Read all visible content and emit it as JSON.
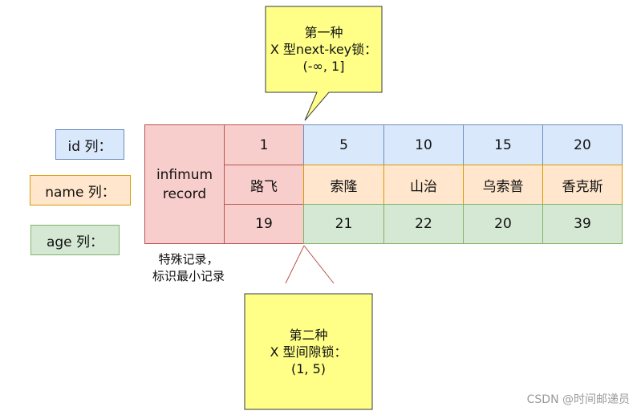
{
  "labels": {
    "id": "id 列：",
    "name": "name 列：",
    "age": "age 列："
  },
  "infimum": {
    "line1": "infimum",
    "line2": "record"
  },
  "table": {
    "ids": [
      "1",
      "5",
      "10",
      "15",
      "20"
    ],
    "names": [
      "路飞",
      "索隆",
      "山治",
      "乌索普",
      "香克斯"
    ],
    "ages": [
      "19",
      "21",
      "22",
      "20",
      "39"
    ]
  },
  "note": {
    "line1": "特殊记录，",
    "line2": "标识最小记录"
  },
  "callout_top": {
    "line1": "第一种",
    "line2": "X 型next-key锁：",
    "line3": "(-∞, 1]"
  },
  "callout_bottom": {
    "line1": "第二种",
    "line2": "X 型间隙锁：",
    "line3": "(1, 5)"
  },
  "watermark": "CSDN @时间邮递员",
  "colors": {
    "pink": "#f8cecc",
    "blue": "#dae8fc",
    "orange": "#ffe6cc",
    "green": "#d5e8d4",
    "callout": "#ffff88"
  }
}
